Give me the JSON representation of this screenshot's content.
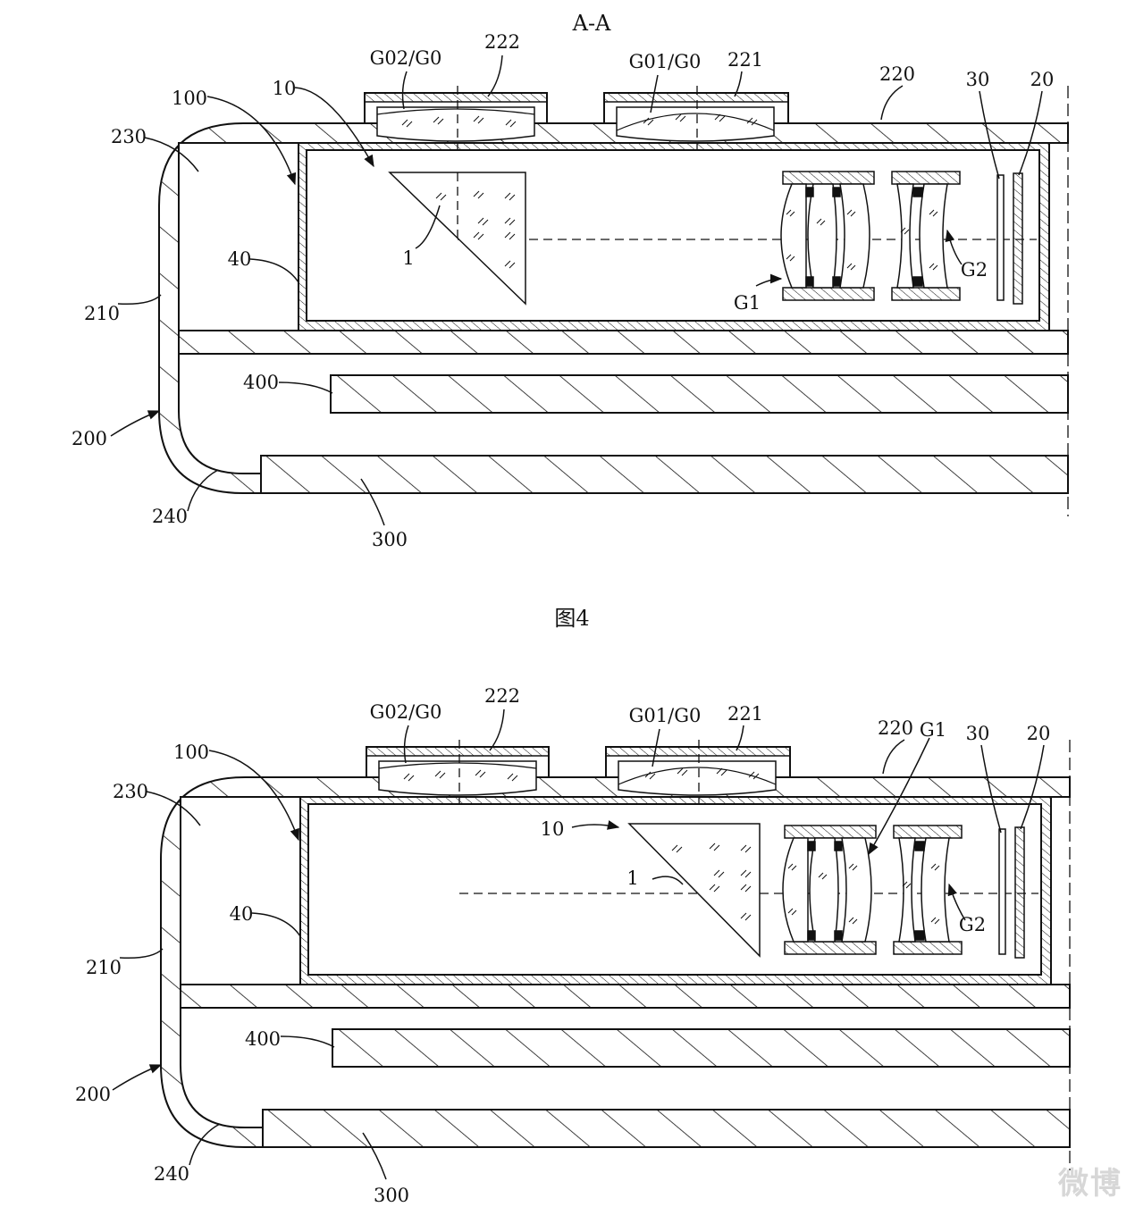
{
  "figure": {
    "section_title": "A-A",
    "caption": "图4",
    "watermark": "微博"
  },
  "top_figure": {
    "labels": {
      "g02": "G02/G0",
      "l222": "222",
      "g01": "G01/G0",
      "l221": "221",
      "l220": "220",
      "l30": "30",
      "l20": "20",
      "l100": "100",
      "l10": "10",
      "l230": "230",
      "l40": "40",
      "l1": "1",
      "g1": "G1",
      "g2": "G2",
      "l210": "210",
      "l400": "400",
      "l200": "200",
      "l240": "240",
      "l300": "300"
    }
  },
  "bottom_figure": {
    "labels": {
      "g02": "G02/G0",
      "l222": "222",
      "g01": "G01/G0",
      "l221": "221",
      "l220": "220",
      "g1": "G1",
      "l30": "30",
      "l20": "20",
      "l100": "100",
      "l230": "230",
      "l10": "10",
      "l1": "1",
      "l40": "40",
      "g2": "G2",
      "l210": "210",
      "l400": "400",
      "l200": "200",
      "l240": "240",
      "l300": "300"
    }
  },
  "colors": {
    "ink": "#111111",
    "background": "#ffffff",
    "watermark": "#d7d7d7"
  }
}
